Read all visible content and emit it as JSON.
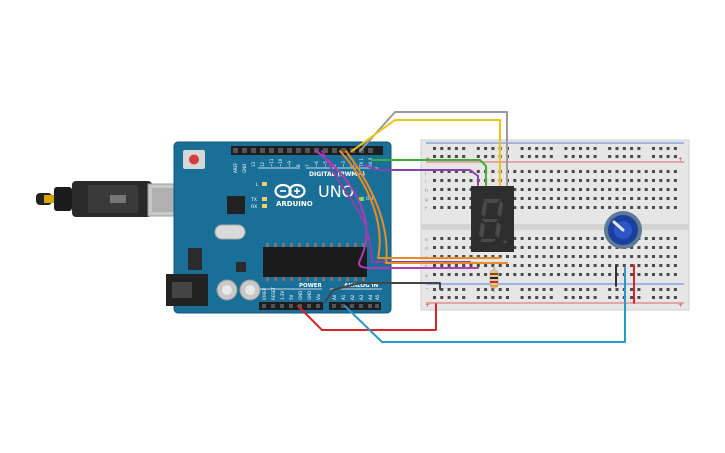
{
  "board": {
    "brand": "ARDUINO",
    "model": "UNO",
    "digital_label": "DIGITAL (PWM~)",
    "analog_label": "ANALOG IN",
    "power_label": "POWER",
    "on_label": "ON",
    "led_labels": [
      "L",
      "TX",
      "RX"
    ],
    "digital_pins": [
      "AREF",
      "GND",
      "13",
      "12",
      "~11",
      "~10",
      "~9",
      "8",
      "7",
      "~6",
      "~5",
      "4",
      "~3",
      "2",
      "TX 1",
      "RX 0"
    ],
    "power_pins": [
      "IOREF",
      "RESET",
      "3.3V",
      "5V",
      "GND",
      "GND",
      "Vin"
    ],
    "analog_pins": [
      "A0",
      "A1",
      "A2",
      "A3",
      "A4",
      "A5"
    ]
  },
  "breadboard": {
    "row_letters_top": [
      "j",
      "i",
      "h",
      "g",
      "f"
    ],
    "row_letters_bottom": [
      "e",
      "d",
      "c",
      "b",
      "a"
    ],
    "rail_plus": "+",
    "rail_minus": "-"
  },
  "colors": {
    "board": "#1a6f98",
    "breadboard": "#e6e6e6",
    "wire_red": "#d62626",
    "wire_blue": "#2897cc",
    "wire_black": "#444444",
    "wire_green": "#3cae3c",
    "wire_yellow": "#f1c40f",
    "wire_purple": "#8d3fb0",
    "wire_orange": "#e88d24",
    "wire_gray": "#9a9a9a",
    "wire_pink": "#b43ab4"
  },
  "components": [
    "usb-cable",
    "arduino-uno",
    "breadboard",
    "seven-segment-display",
    "potentiometer",
    "resistor"
  ]
}
